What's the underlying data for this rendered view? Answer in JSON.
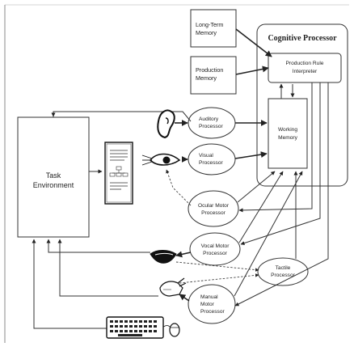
{
  "diagram": {
    "cognitive_processor_title": "Cognitive Processor",
    "long_term_memory": [
      "Long-Term",
      "Memory"
    ],
    "production_memory": [
      "Production",
      "Memory"
    ],
    "production_rule_interpreter": [
      "Production Rule",
      "Interpreter"
    ],
    "working_memory": [
      "Working",
      "Memory"
    ],
    "task_environment": [
      "Task",
      "Environment"
    ],
    "auditory_processor": [
      "Auditory",
      "Processor"
    ],
    "visual_processor": [
      "Visual",
      "Processor"
    ],
    "ocular_motor_processor": [
      "Ocular Motor",
      "Processor"
    ],
    "vocal_motor_processor": [
      "Vocal Motor",
      "Processor"
    ],
    "tactile_processor": [
      "Tactile",
      "Processor"
    ],
    "manual_motor_processor": [
      "Manual",
      "Motor",
      "Processor"
    ]
  },
  "icons": [
    "ear-icon",
    "eye-icon",
    "display-document-icon",
    "mouth-icon",
    "hand-icon",
    "keyboard-icon",
    "mouse-icon"
  ]
}
